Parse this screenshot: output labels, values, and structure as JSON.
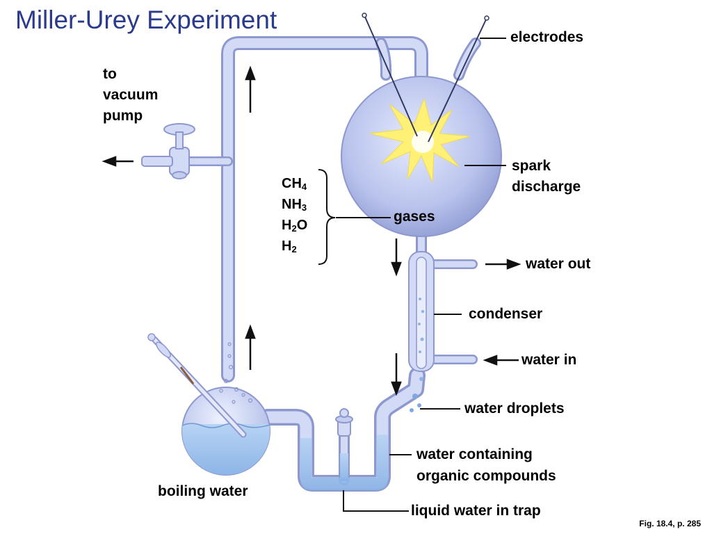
{
  "title": "Miller-Urey Experiment",
  "labels": {
    "electrodes": "electrodes",
    "vacuum_line1": "to",
    "vacuum_line2": "vacuum",
    "vacuum_line3": "pump",
    "spark_line1": "spark",
    "spark_line2": "discharge",
    "gases": "gases",
    "water_out": "water out",
    "condenser": "condenser",
    "water_in": "water in",
    "water_droplets": "water droplets",
    "organic_line1": "water containing",
    "organic_line2": "organic compounds",
    "boiling_water": "boiling water",
    "trap": "liquid water in trap"
  },
  "gas_list": [
    {
      "base": "CH",
      "sub": "4",
      "tail": ""
    },
    {
      "base": "NH",
      "sub": "3",
      "tail": ""
    },
    {
      "base": "H",
      "sub": "2",
      "tail": "O"
    },
    {
      "base": "H",
      "sub": "2",
      "tail": ""
    }
  ],
  "figure_ref": "Fig. 18.4, p. 285",
  "colors": {
    "title": "#2a3a8c",
    "glass": "#c5cdee",
    "glass_edge": "#8d98cf",
    "water": "#a9c8ee",
    "spark": "#fff176"
  }
}
